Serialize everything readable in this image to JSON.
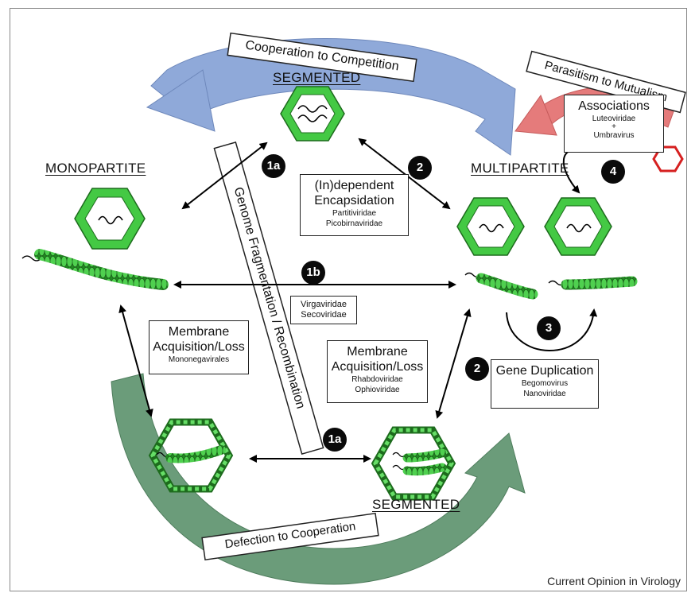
{
  "headings": {
    "monopartite": "MONOPARTITE",
    "multipartite": "MULTIPARTITE",
    "segmented_top": "SEGMENTED",
    "segmented_bottom": "SEGMENTED"
  },
  "arcs": {
    "top": "Cooperation to Competition",
    "bottom": "Defection to Cooperation",
    "right": "Parasitism to Mutualism",
    "vertical": "Genome Fragmentation / Recombination"
  },
  "boxes": {
    "encapsidation": {
      "title": "(In)dependent Encapsidation",
      "line1": "Partitiviridae",
      "line2": "Picobirnaviridae"
    },
    "associations": {
      "title": "Associations",
      "line1": "Luteoviridae",
      "line2": "+",
      "line3": "Umbravirus"
    },
    "virga": {
      "line1": "Virgaviridae",
      "line2": "Secoviridae"
    },
    "membrane_left": {
      "title": "Membrane Acquisition/Loss",
      "line1": "Mononegavirales"
    },
    "membrane_right": {
      "title": "Membrane Acquisition/Loss",
      "line1": "Rhabdoviridae",
      "line2": "Ophioviridae"
    },
    "gene_dup": {
      "title": "Gene Duplication",
      "line1": "Begomovirus",
      "line2": "Nanoviridae"
    }
  },
  "markers": {
    "m1a_top": "1a",
    "m2_top": "2",
    "m4": "4",
    "m1b": "1b",
    "m3": "3",
    "m2_right": "2",
    "m1a_bottom": "1a"
  },
  "credit": "Current Opinion in Virology",
  "colors": {
    "blue_arc": "#8fa9d9",
    "green_arc": "#6b9c7a",
    "red_arc": "#e57b7b",
    "capsid_green": "#3fbf3f",
    "hex_red": "#d62020"
  }
}
